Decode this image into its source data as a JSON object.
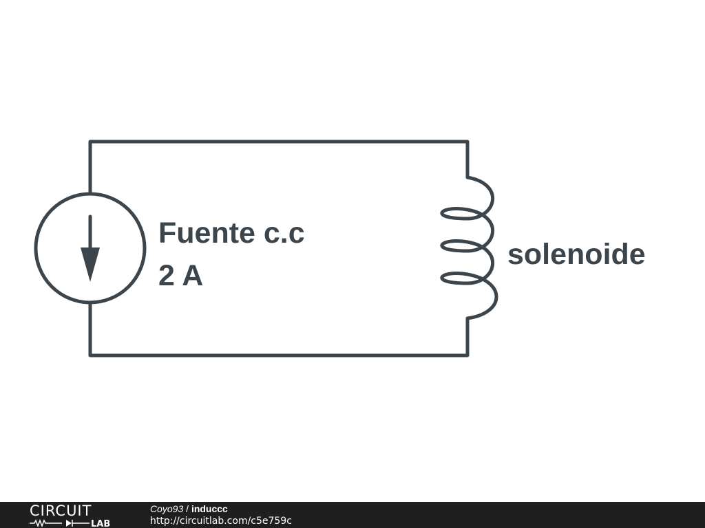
{
  "diagram": {
    "source_label": "Fuente c.c",
    "source_value": "2 A",
    "inductor_label": "solenoide"
  },
  "footer": {
    "logo_top": "CIRCUIT",
    "logo_bottom": "LAB",
    "author": "Coyo93",
    "separator": " / ",
    "title": "induccc",
    "url": "http://circuitlab.com/c5e759c"
  },
  "colors": {
    "stroke": "#3c454b",
    "footer_bg": "#1f1f1f"
  }
}
